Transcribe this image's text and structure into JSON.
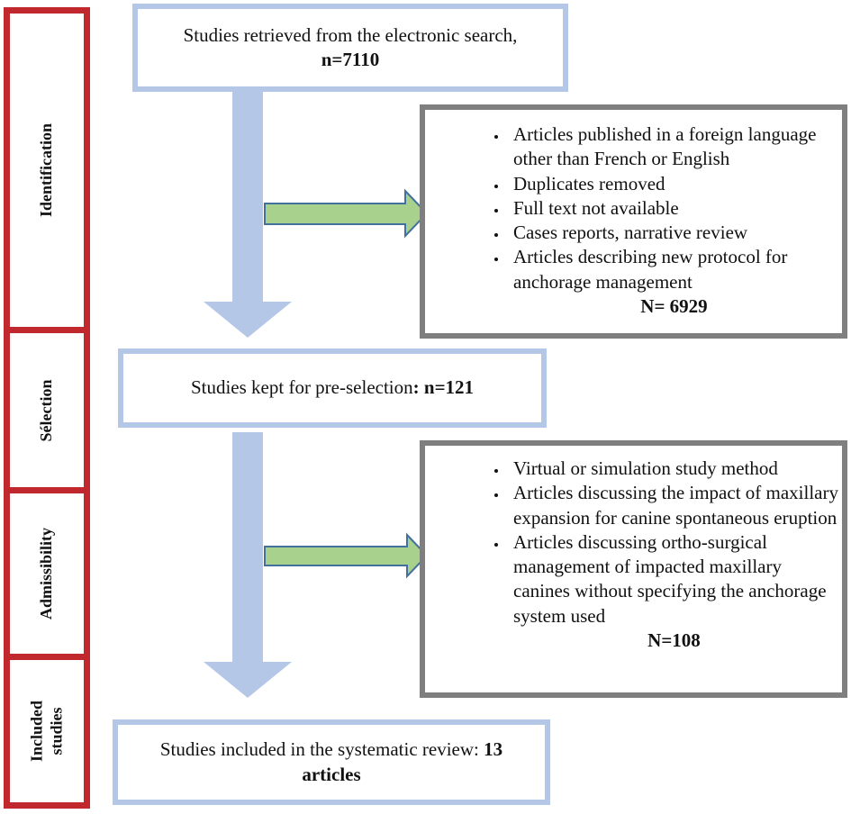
{
  "stages": [
    {
      "label": "Identification"
    },
    {
      "label": "Sélection"
    },
    {
      "label": "Admissibility"
    },
    {
      "label_line1": "Included",
      "label_line2": "studies"
    }
  ],
  "retrieved": {
    "text": "Studies retrieved from the electronic search,",
    "count": "n=7110"
  },
  "excluded_1": {
    "items": [
      "Articles published in a foreign language other than French or English",
      "Duplicates removed",
      "Full text not available",
      "Cases reports, narrative review",
      "Articles describing new protocol for anchorage management"
    ],
    "count": "N= 6929"
  },
  "preselection": {
    "text": "Studies kept for pre-selection",
    "colon": ":",
    "count": "n=121"
  },
  "excluded_2": {
    "items": [
      "Virtual or simulation study method",
      "Articles discussing the impact of maxillary expansion for canine spontaneous eruption",
      "Articles discussing ortho-surgical management of impacted maxillary canines without specifying the anchorage system used"
    ],
    "count": "N=108"
  },
  "included": {
    "text": "Studies included in the systematic review:",
    "count": "13",
    "unit": "articles"
  },
  "colors": {
    "stage_border": "#c0282d",
    "flow_box_border": "#b4c7e7",
    "exclusion_box_border": "#7f7f7f",
    "down_arrow": "#b4c7e7",
    "side_arrow_fill": "#a9d18e",
    "side_arrow_stroke": "#41719c"
  }
}
